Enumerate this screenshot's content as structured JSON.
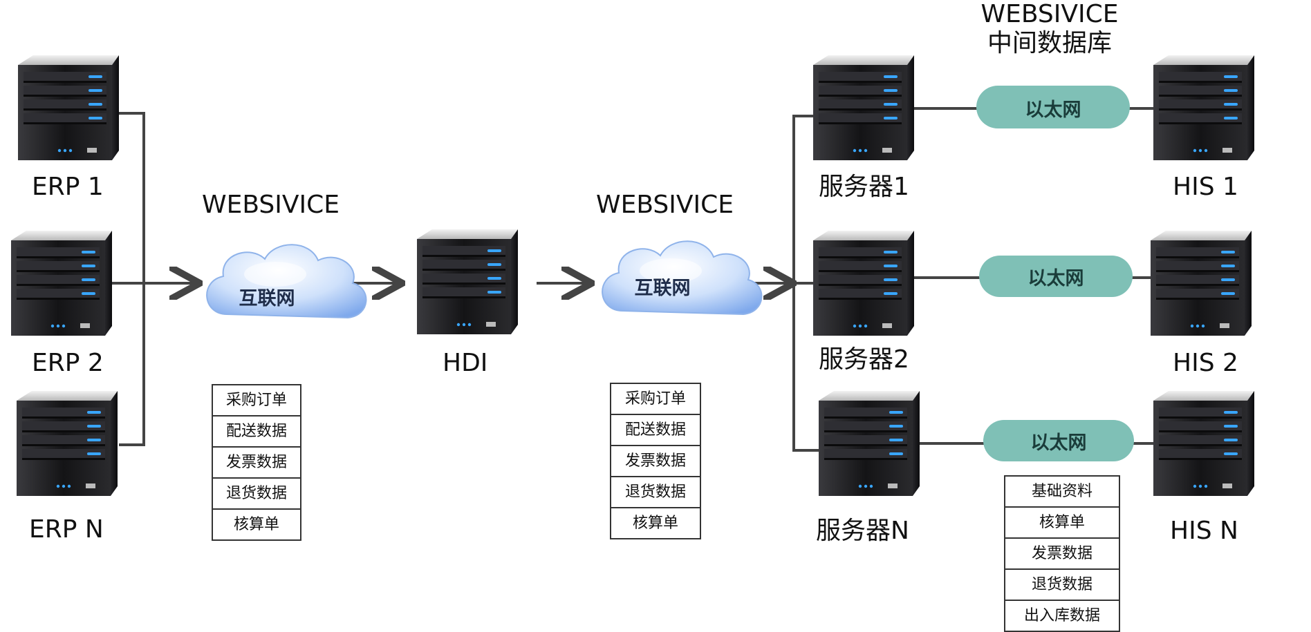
{
  "erp_servers": [
    "ERP 1",
    "ERP 2",
    "ERP N"
  ],
  "left_cloud": {
    "service_label": "WEBSIVICE",
    "cloud_text": "互联网"
  },
  "hdi": {
    "label": "HDI"
  },
  "mid_cloud": {
    "service_label": "WEBSIVICE",
    "cloud_text": "互联网"
  },
  "left_table": [
    "采购订单",
    "配送数据",
    "发票数据",
    "退货数据",
    "核算单"
  ],
  "mid_table": [
    "采购订单",
    "配送数据",
    "发票数据",
    "退货数据",
    "核算单"
  ],
  "middle_db": {
    "line1": "WEBSIVICE",
    "line2": "中间数据库"
  },
  "app_servers": [
    "服务器1",
    "服务器2",
    "服务器N"
  ],
  "ethernet": [
    "以太网",
    "以太网",
    "以太网"
  ],
  "his": [
    "HIS 1",
    "HIS 2",
    "HIS N"
  ],
  "right_table": [
    "基础资料",
    "核算单",
    "发票数据",
    "退货数据",
    "出入库数据"
  ],
  "colors": {
    "pill": "#7fc0b6",
    "line": "#444444",
    "cloud_light": "#e9f2ff",
    "cloud_dark": "#7fa9ec",
    "server_body": "#1c1c1f",
    "led": "#39a6ff"
  }
}
